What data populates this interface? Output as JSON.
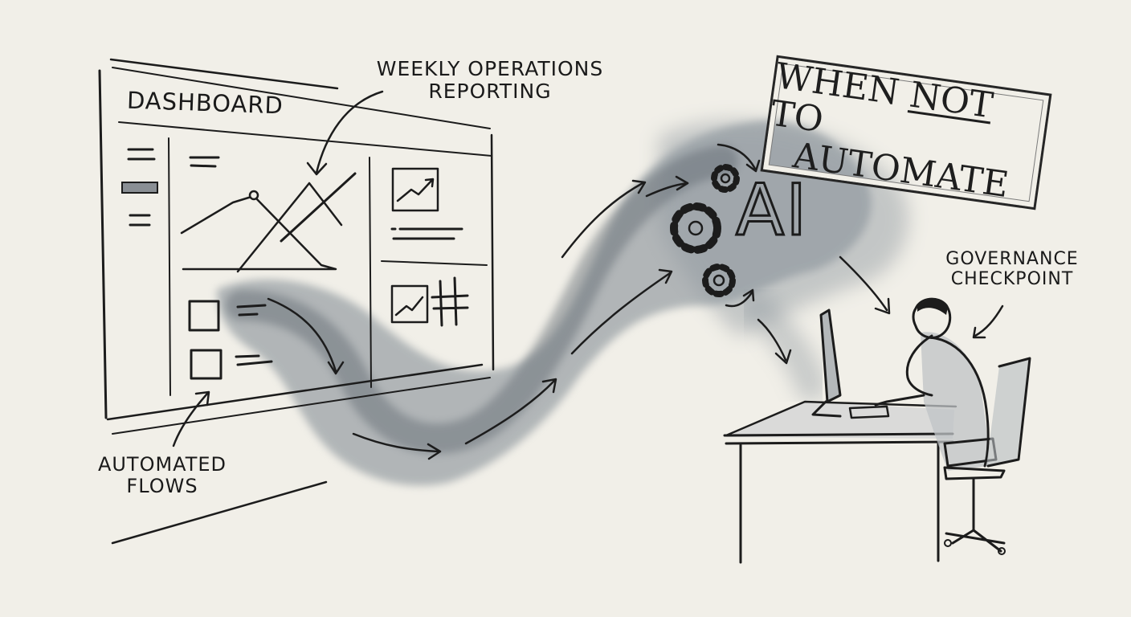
{
  "labels": {
    "dashboard": "DASHBOARD",
    "weekly": [
      "WEEKLY OPERATIONS",
      "REPORTING"
    ],
    "ai": "AI",
    "stamp": {
      "before": "WHEN ",
      "emphasis": "NOT",
      "after": " TO",
      "line2": "AUTOMATE"
    },
    "governance": [
      "GOVERNANCE",
      "CHECKPOINT"
    ],
    "flows": [
      "AUTOMATED",
      "FLOWS"
    ]
  },
  "icons": [
    "line-chart-icon",
    "gear-icon",
    "arrow-icon",
    "desktop-monitor-icon",
    "office-chair-icon"
  ],
  "colors": {
    "paper": "#f1efe8",
    "ink": "#1c1c1c",
    "wash": "#7d8790"
  }
}
